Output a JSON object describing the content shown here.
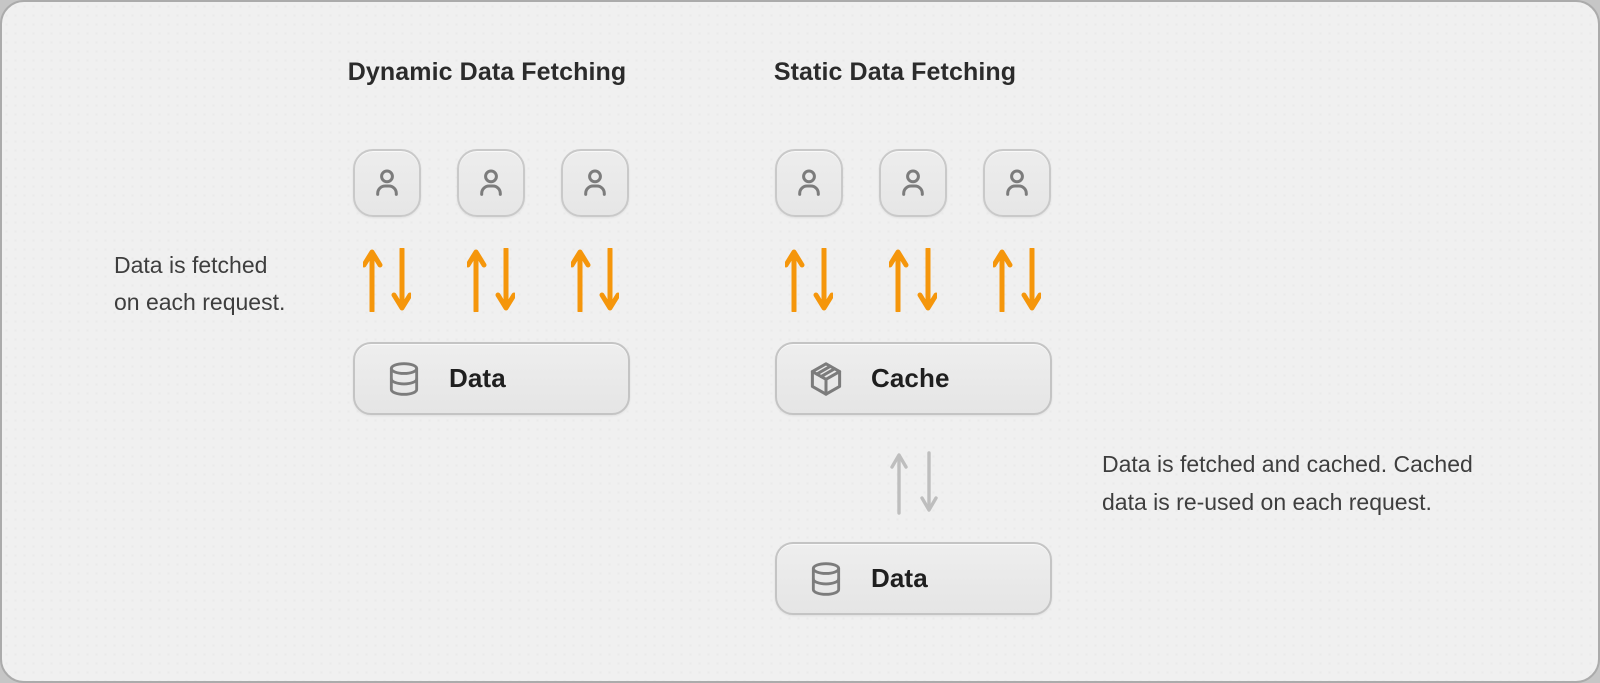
{
  "colors": {
    "accent_orange": "#f5960b",
    "arrow_gray": "#bebebe",
    "canvas_bg": "#f0f0f0",
    "title_text": "#2b2b2b",
    "body_text": "#3e3e3e",
    "icon_gray": "#7c7c7c"
  },
  "left_panel": {
    "title": "Dynamic Data Fetching",
    "user_icon": "user-icon",
    "user_count": 3,
    "request_arrow_pairs": 3,
    "caption": {
      "line1": "Data is fetched",
      "line2": "on each request."
    },
    "data_node": {
      "icon": "database-icon",
      "label": "Data"
    }
  },
  "right_panel": {
    "title": "Static Data Fetching",
    "user_icon": "user-icon",
    "user_count": 3,
    "request_arrow_pairs": 3,
    "cache_node": {
      "icon": "package-icon",
      "label": "Cache"
    },
    "cache_to_data_arrows": "gray-up-down-arrow-pair",
    "data_node": {
      "icon": "database-icon",
      "label": "Data"
    },
    "caption": {
      "line1": "Data is fetched and cached. Cached",
      "line2": "data is re-used on each request."
    }
  }
}
